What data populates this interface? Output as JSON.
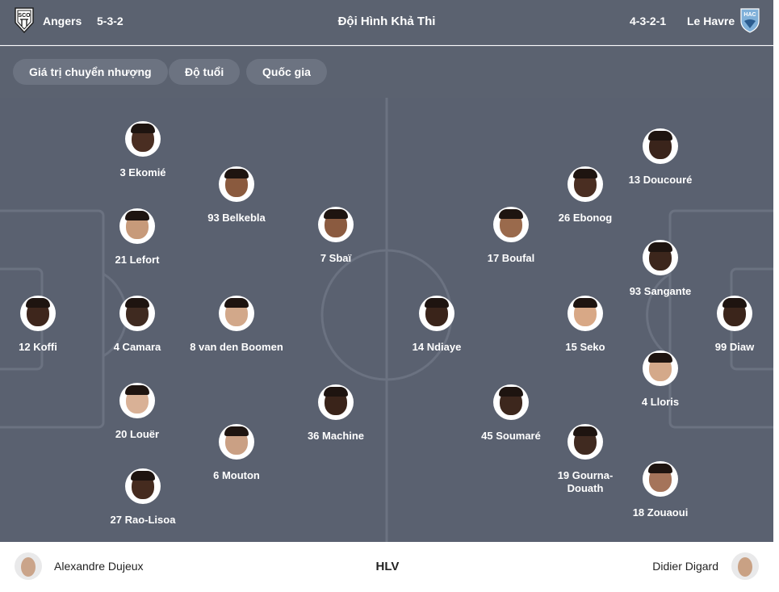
{
  "header": {
    "home_team": "Angers",
    "home_formation": "5-3-2",
    "title": "Đội Hình Khả Thi",
    "away_formation": "4-3-2-1",
    "away_team": "Le Havre",
    "home_crest_text": "SCO",
    "away_crest_text": "HAC"
  },
  "filters": [
    "Giá trị chuyển nhượng",
    "Độ tuổi",
    "Quốc gia"
  ],
  "home_players": [
    {
      "label": "3 Ekomié",
      "skin": "#4a2e22"
    },
    {
      "label": "93 Belkebla",
      "skin": "#8a5a3e"
    },
    {
      "label": "21 Lefort",
      "skin": "#c79a7a"
    },
    {
      "label": "7 Sbaï",
      "skin": "#8b5b40"
    },
    {
      "label": "12 Koffi",
      "skin": "#3e261c"
    },
    {
      "label": "4 Camara",
      "skin": "#3f2a20"
    },
    {
      "label": "8 van den Boomen",
      "skin": "#d2a88a"
    },
    {
      "label": "20 Louër",
      "skin": "#d9b196"
    },
    {
      "label": "36 Machine",
      "skin": "#3a241a"
    },
    {
      "label": "6 Mouton",
      "skin": "#caa084"
    },
    {
      "label": "27 Rao-Lisoa",
      "skin": "#452b1f"
    }
  ],
  "away_players": [
    {
      "label": "13 Doucouré",
      "skin": "#3a241b"
    },
    {
      "label": "26 Ebonog",
      "skin": "#4a2e22"
    },
    {
      "label": "17 Boufal",
      "skin": "#9a6a4c"
    },
    {
      "label": "93 Sangante",
      "skin": "#3c261c"
    },
    {
      "label": "14 Ndiaye",
      "skin": "#3a241a"
    },
    {
      "label": "15 Seko",
      "skin": "#d8a886"
    },
    {
      "label": "99 Diaw",
      "skin": "#3b251b"
    },
    {
      "label": "4 Lloris",
      "skin": "#d4a98a"
    },
    {
      "label": "45 Soumaré",
      "skin": "#3d271d"
    },
    {
      "label": "19 Gourna-Douath",
      "skin": "#402a20"
    },
    {
      "label": "18 Zouaoui",
      "skin": "#a5745a"
    }
  ],
  "footer": {
    "home_coach": "Alexandre Dujeux",
    "label": "HLV",
    "away_coach": "Didier Digard"
  },
  "colors": {
    "pitch": "#5a6170",
    "bar": "#5b6270",
    "chip": "#6c7381",
    "lines": "#6b7281"
  }
}
